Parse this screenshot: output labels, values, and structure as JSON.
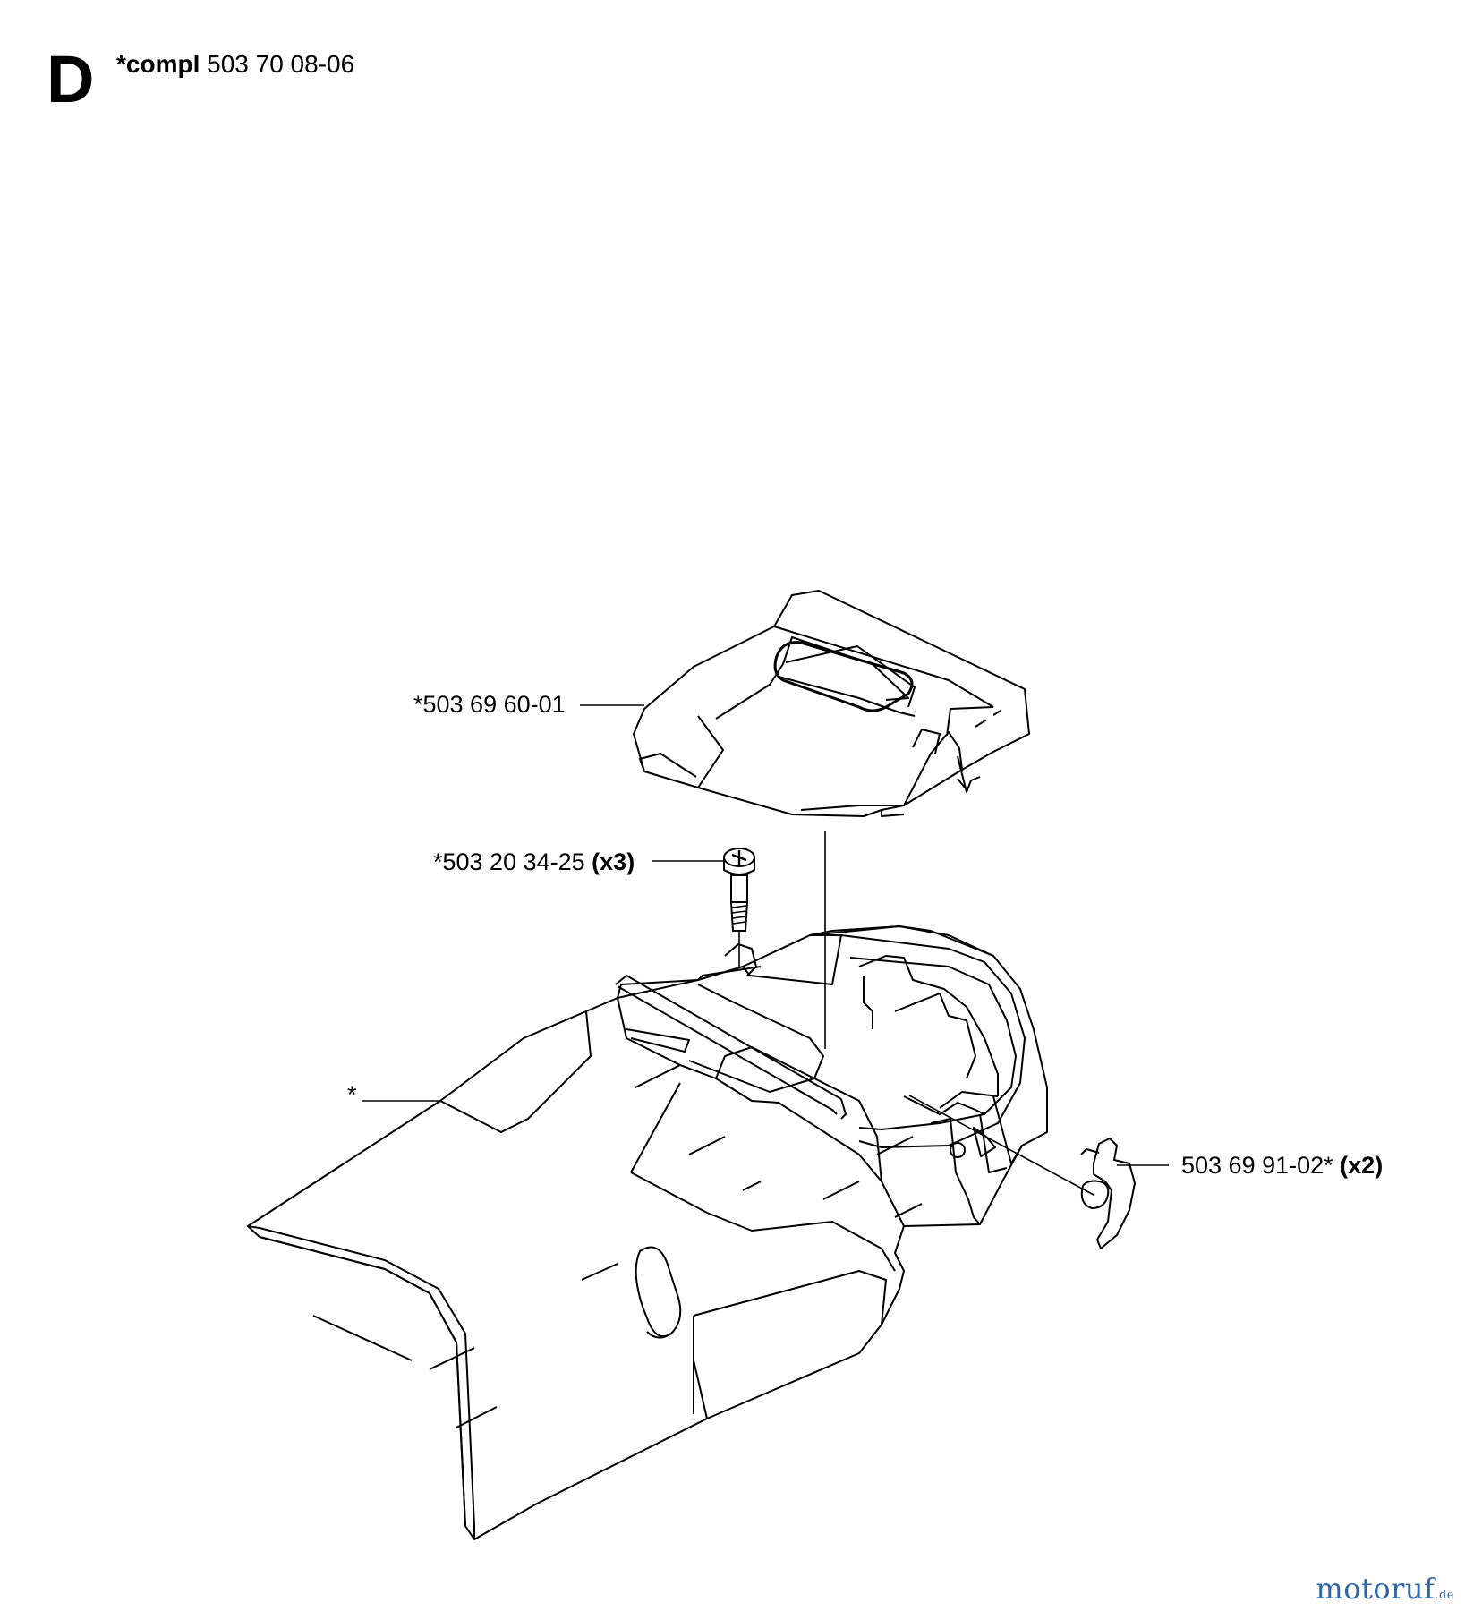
{
  "header": {
    "section_letter": "D",
    "assembly_prefix": "*compl",
    "assembly_number": "503 70 08-06"
  },
  "parts": {
    "air_filter_cover": {
      "number": "*503 69 60-01"
    },
    "screw": {
      "number": "*503 20 34-25",
      "qty": "(x3)"
    },
    "cylinder_cover": {
      "number": "*"
    },
    "clip": {
      "number": "503 69 91-02*",
      "qty": "(x2)"
    }
  },
  "watermark": {
    "brand": "motoruf",
    "tld": ".de",
    "color": "#2f66a8"
  }
}
